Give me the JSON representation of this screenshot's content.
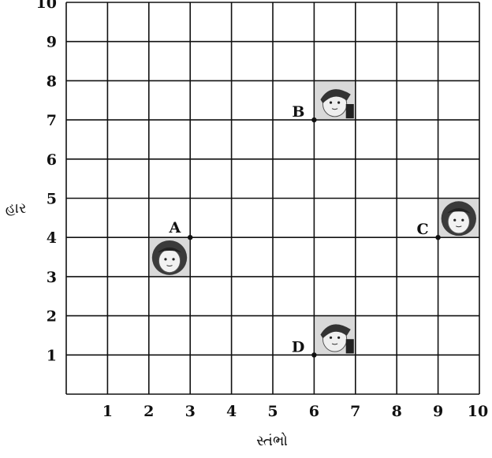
{
  "chart_data": {
    "type": "scatter",
    "x_axis": {
      "label": "સ્તંભો",
      "ticks": [
        "1",
        "2",
        "3",
        "4",
        "5",
        "6",
        "7",
        "8",
        "9",
        "10"
      ],
      "range": [
        0,
        10
      ]
    },
    "y_axis": {
      "label": "હાર",
      "ticks": [
        "1",
        "2",
        "3",
        "4",
        "5",
        "6",
        "7",
        "8",
        "9",
        "10"
      ],
      "range": [
        0,
        10
      ]
    },
    "grid": true,
    "points": [
      {
        "label": "A",
        "x": 3,
        "y": 4,
        "picture": "girl-face-portrait",
        "picture_cell": [
          2,
          3
        ]
      },
      {
        "label": "B",
        "x": 6,
        "y": 7,
        "picture": "boy-face-portrait",
        "picture_cell": [
          6,
          7
        ]
      },
      {
        "label": "C",
        "x": 9,
        "y": 4,
        "picture": "girl-face-portrait",
        "picture_cell": [
          9,
          4
        ]
      },
      {
        "label": "D",
        "x": 6,
        "y": 1,
        "picture": "boy-face-portrait",
        "picture_cell": [
          6,
          1
        ]
      }
    ]
  }
}
